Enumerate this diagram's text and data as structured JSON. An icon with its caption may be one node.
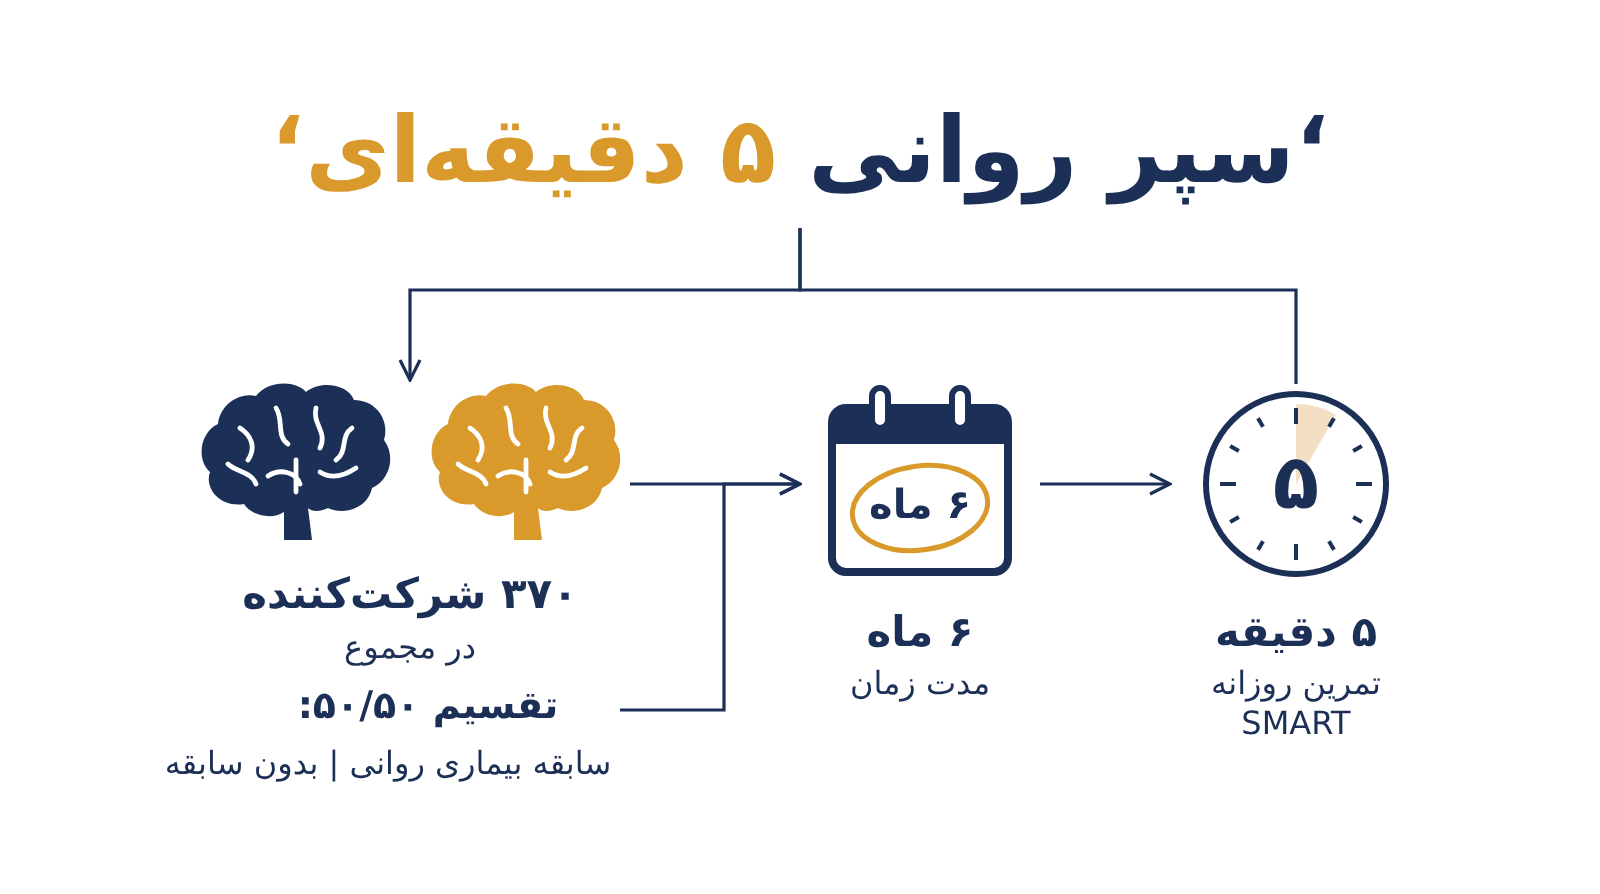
{
  "diagram": {
    "nodes": [
      {
        "text": [
          "‘سپر روانی",
          "۵ دقیقه‌ای‘"
        ]
      },
      {
        "text": [
          "۳۷۰ شرکت‌کننده",
          "در مجموع"
        ]
      },
      {
        "text": [
          "تقسیم ۵۰/۵۰:",
          "سابقه بیماری روانی | بدون سابقه"
        ]
      },
      {
        "text": [
          "۶ ماه",
          "۶ ماه",
          "مدت زمان"
        ]
      },
      {
        "text": [
          "۵",
          "۵ دقیقه",
          "تمرین روزانه SMART"
        ]
      }
    ],
    "edges": [
      {
        "from": 0,
        "to": 1,
        "arrow": "to"
      },
      {
        "from": 0,
        "to": 4,
        "arrow": "none"
      },
      {
        "from": 1,
        "to": 3,
        "arrow": "to"
      },
      {
        "from": 2,
        "to": 3,
        "arrow": "to"
      },
      {
        "from": 3,
        "to": 4,
        "arrow": "to"
      }
    ]
  }
}
